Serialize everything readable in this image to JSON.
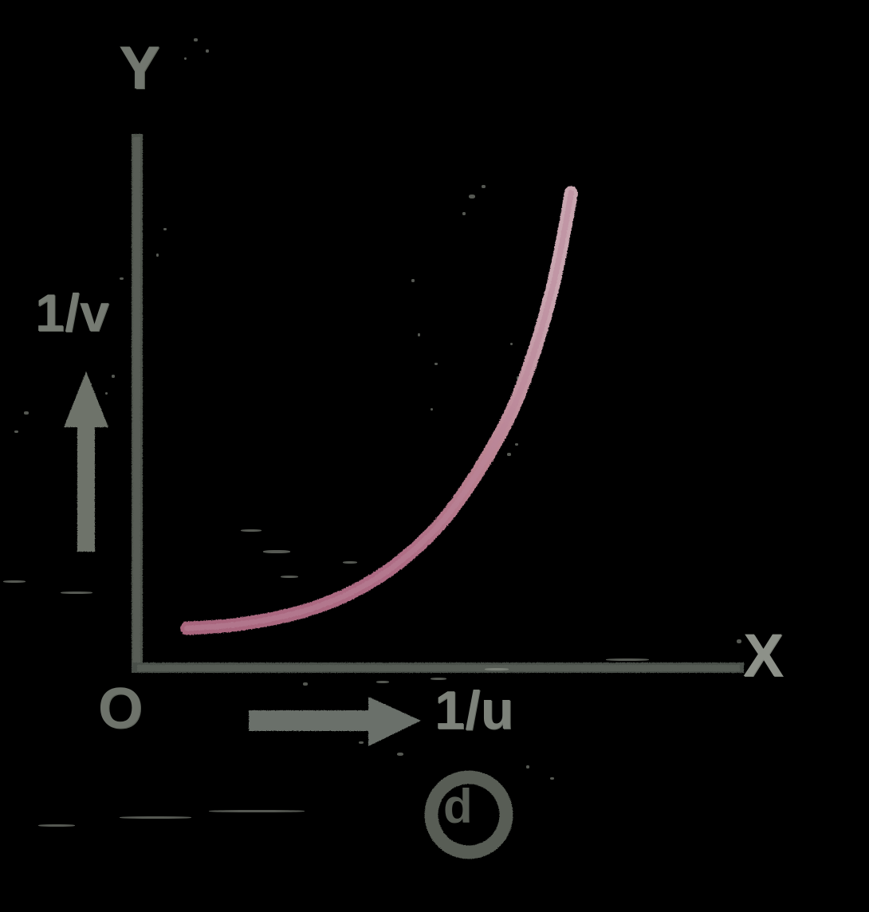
{
  "figure": {
    "kind": "hand-drawn-graph",
    "background_color": "#000000",
    "axis_color": "#4a4f4a",
    "curve_color_light": "#c8a0aa",
    "curve_color_dark": "#a8657d",
    "label_color": "#767b73",
    "figure_tag": "d",
    "axis_y_cap": "Y",
    "axis_x_cap": "X",
    "origin_label": "O",
    "y_quantity_label": "1/v",
    "x_quantity_label": "1/u",
    "y_arrow_icon": "arrow-up-icon",
    "x_arrow_icon": "arrow-right-icon"
  },
  "chart_data": {
    "type": "line",
    "title": "",
    "subtitle": "",
    "xlabel": "1/u",
    "ylabel": "1/v",
    "xlim": [
      0,
      1
    ],
    "ylim": [
      0,
      1
    ],
    "grid": false,
    "legend": null,
    "annotations": [
      {
        "text": "Y",
        "role": "y-axis-cap"
      },
      {
        "text": "X",
        "role": "x-axis-cap"
      },
      {
        "text": "O",
        "role": "origin"
      },
      {
        "text": "1/v",
        "role": "y-axis-quantity"
      },
      {
        "text": "1/u",
        "role": "x-axis-quantity"
      },
      {
        "text": "d",
        "role": "figure-part-label"
      }
    ],
    "series": [
      {
        "name": "1/v vs 1/u",
        "color": "#b07d92",
        "x": [
          0.083,
          0.15,
          0.22,
          0.29,
          0.36,
          0.43,
          0.5,
          0.56,
          0.62,
          0.66,
          0.69,
          0.71,
          0.72
        ],
        "y": [
          0.075,
          0.08,
          0.092,
          0.112,
          0.145,
          0.195,
          0.268,
          0.36,
          0.48,
          0.6,
          0.72,
          0.83,
          0.895
        ]
      }
    ]
  }
}
